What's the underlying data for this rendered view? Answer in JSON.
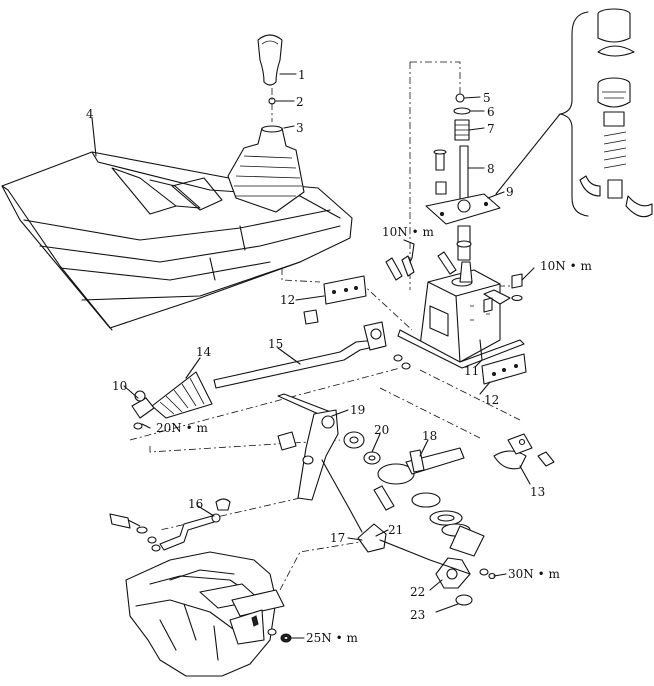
{
  "callouts": {
    "c1": "1",
    "c2": "2",
    "c3": "3",
    "c4": "4",
    "c5": "5",
    "c6": "6",
    "c7": "7",
    "c8": "8",
    "c9": "9",
    "c10": "10",
    "c11": "11",
    "c12a": "12",
    "c12b": "12",
    "c13": "13",
    "c14": "14",
    "c15": "15",
    "c16": "16",
    "c17": "17",
    "c18": "18",
    "c19": "19",
    "c20": "20",
    "c21": "21",
    "c22": "22",
    "c23": "23"
  },
  "torque": {
    "t1": "10N • m",
    "t2": "10N • m",
    "t3": "20N • m",
    "t4": "30N • m",
    "t5": "25N • m"
  }
}
